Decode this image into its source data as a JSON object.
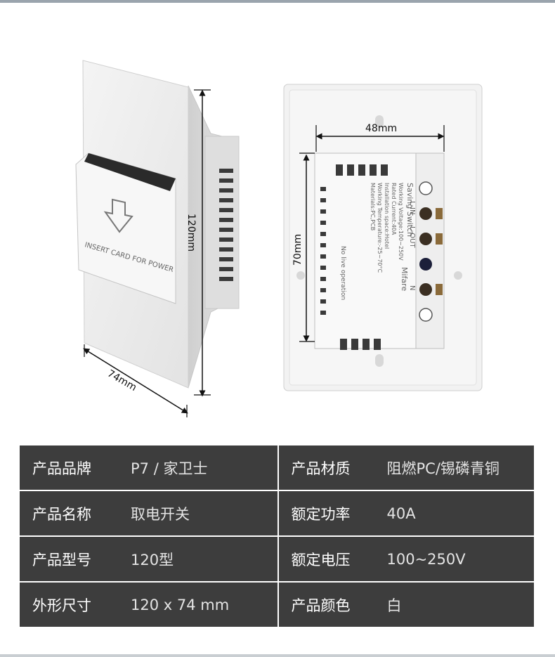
{
  "product_photo": {
    "front_panel": {
      "slot_text": "INSERT CARD FOR POWER",
      "height_label": "120mm",
      "width_label": "74mm"
    },
    "back_panel": {
      "width_label": "48mm",
      "height_label": "70mm",
      "printed_spec_lines": [
        "Saving Switch",
        "Working Voltage:100~250V",
        "Rated Current:40A",
        "Installation space:Hotel",
        "Working Temperature:-25~70°C",
        "Materials:PC,PCB"
      ],
      "warning_text": "No live operation",
      "mifare_text": "Mifare",
      "terminal_labels": [
        "L-IN",
        "L-OUT",
        "N"
      ]
    }
  },
  "spec_table": {
    "rows": [
      {
        "left_key": "产品品牌",
        "left_value": "P7 / 家卫士",
        "right_key": "产品材质",
        "right_value": "阻燃PC/锡磷青铜"
      },
      {
        "left_key": "产品名称",
        "left_value": "取电开关",
        "right_key": "额定功率",
        "right_value": "40A"
      },
      {
        "left_key": "产品型号",
        "left_value": "120型",
        "right_key": "额定电压",
        "right_value": "100~250V"
      },
      {
        "left_key": "外形尺寸",
        "left_value": "120 x 74 mm",
        "right_key": "产品颜色",
        "right_value": "白"
      }
    ]
  }
}
